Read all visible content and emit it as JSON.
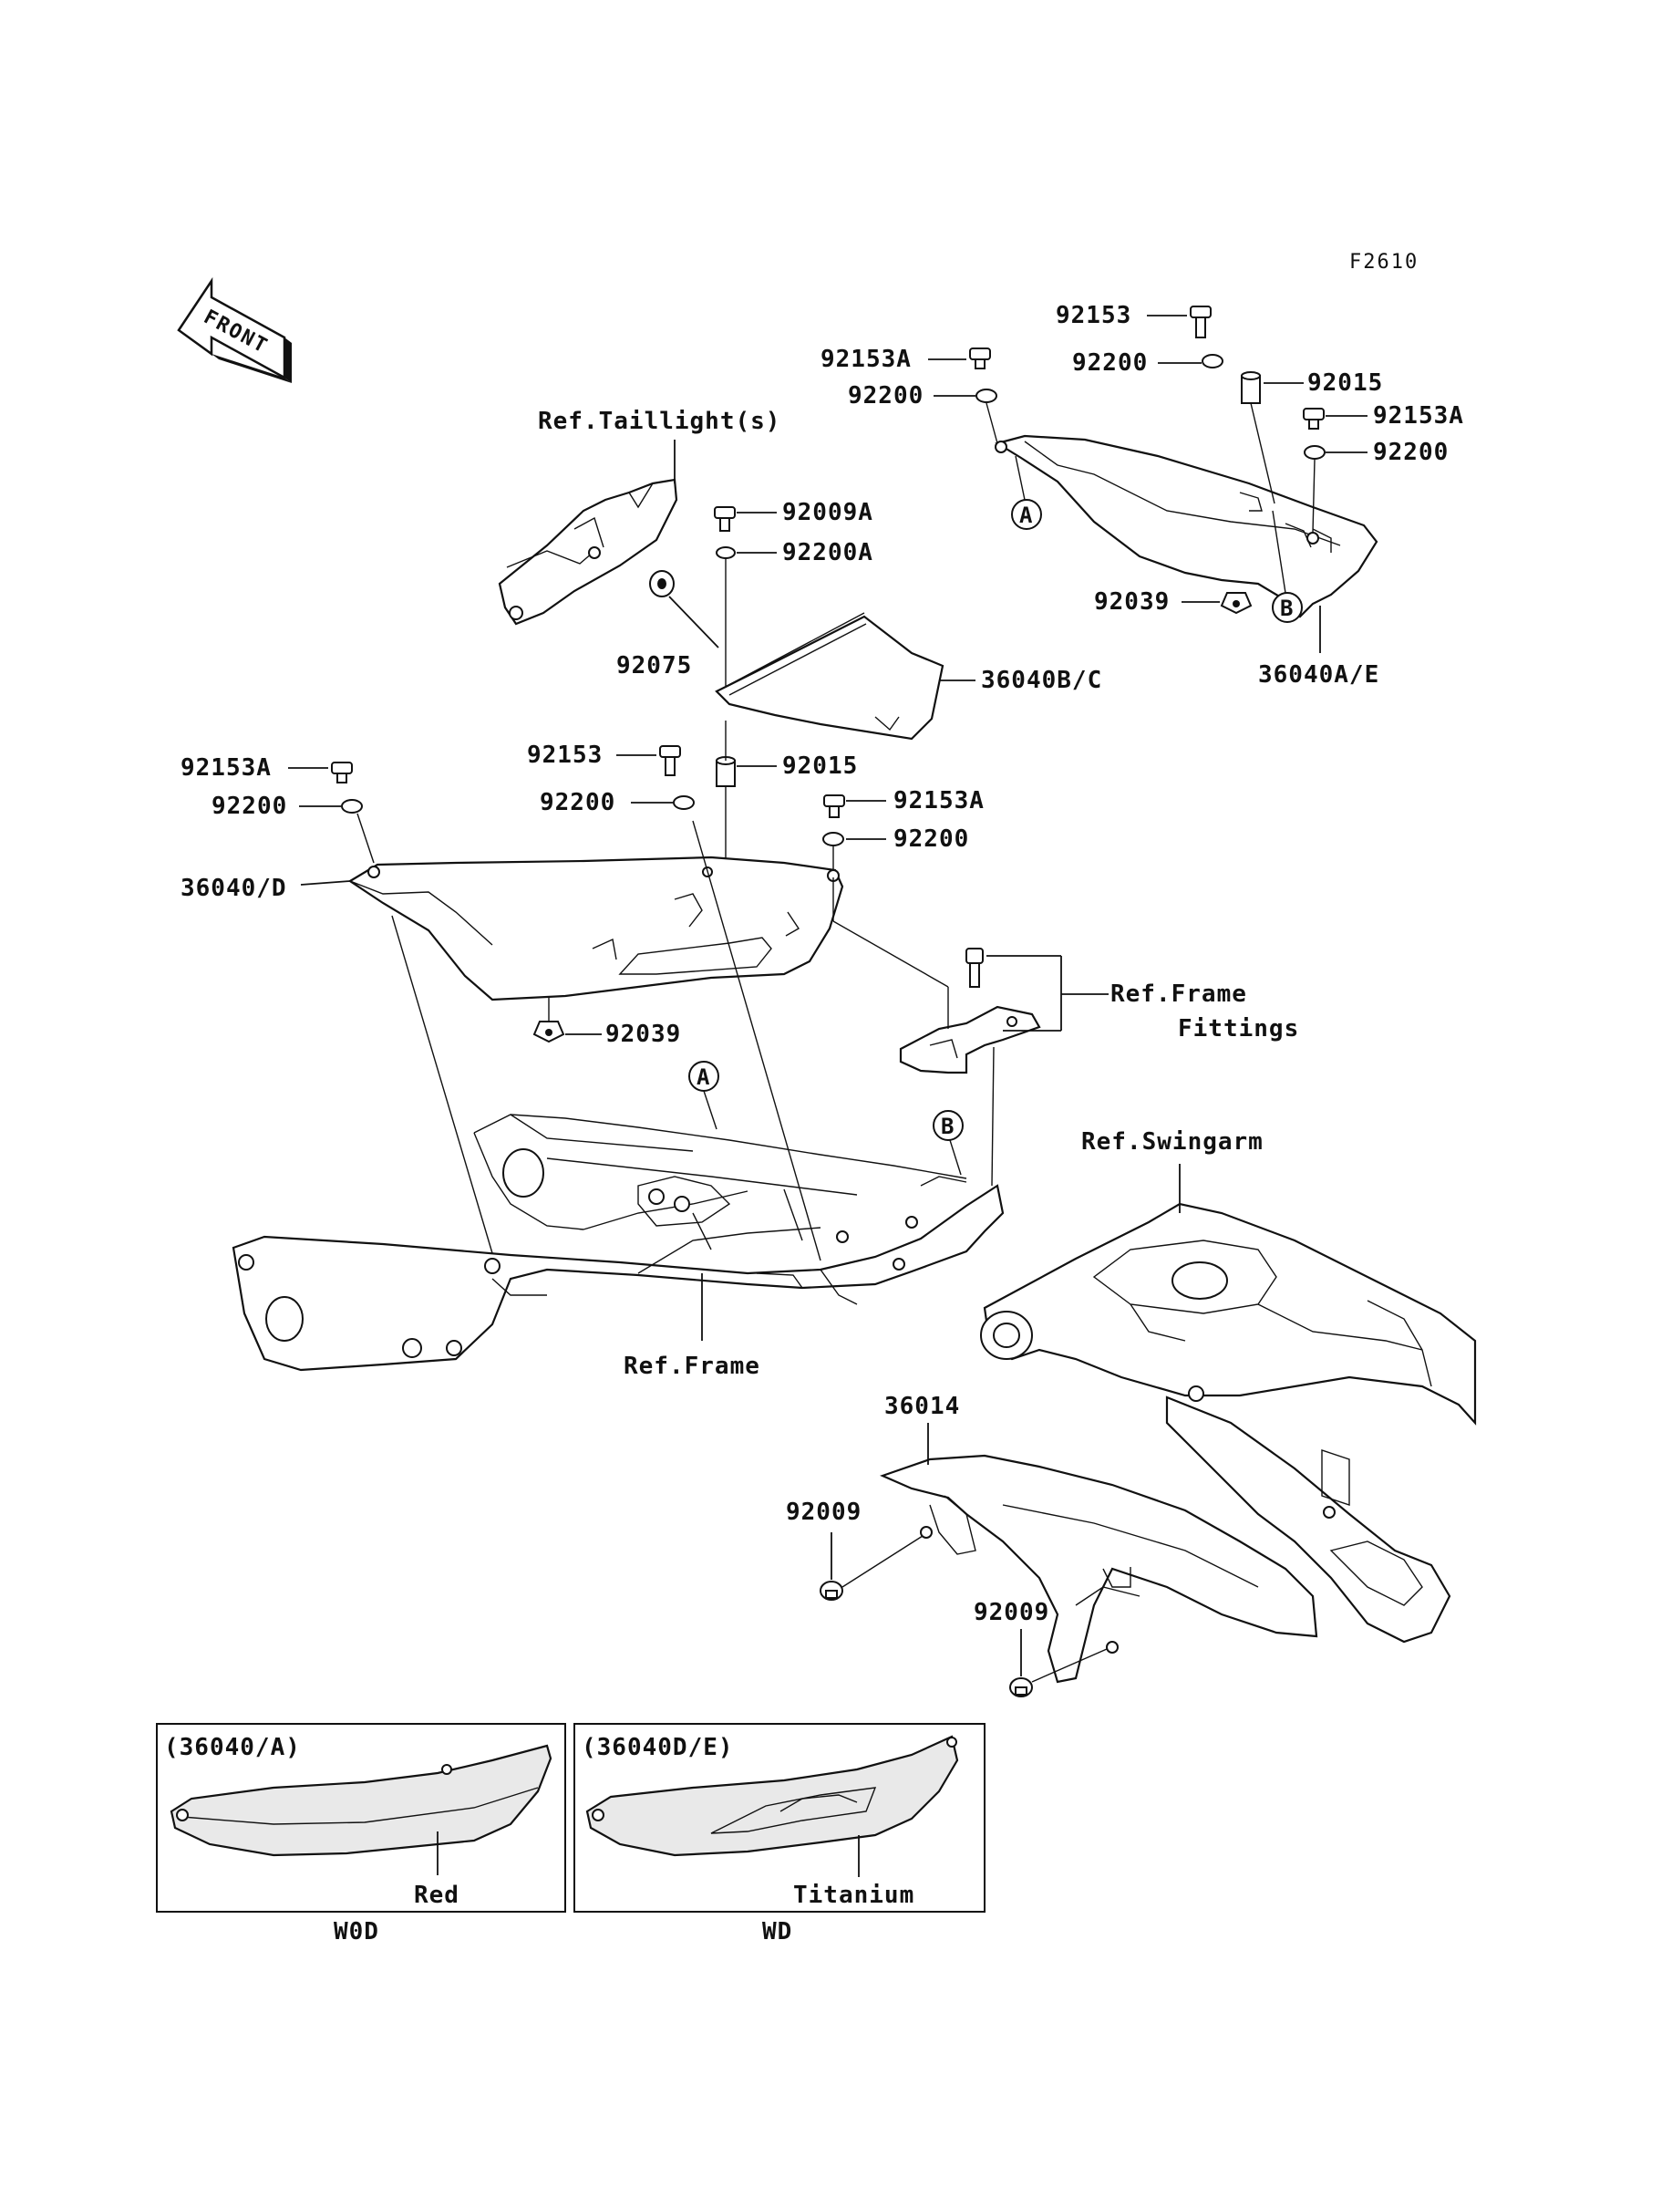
{
  "figure_code": "F2610",
  "front_label": "FRONT",
  "callouts": {
    "a": "A",
    "b": "B"
  },
  "labels": {
    "ref_taillights": "Ref.Taillight(s)",
    "ref_frame_fittings_1": "Ref.Frame",
    "ref_frame_fittings_2": "Fittings",
    "ref_swingarm": "Ref.Swingarm",
    "ref_frame": "Ref.Frame"
  },
  "parts": {
    "p92153_top": "92153",
    "p92153a_top": "92153A",
    "p92200_top_mid": "92200",
    "p92200_top_left": "92200",
    "p92015_top": "92015",
    "p92153a_right": "92153A",
    "p92200_right": "92200",
    "p92009a": "92009A",
    "p92200a": "92200A",
    "p92075": "92075",
    "p36040bc": "36040B/C",
    "p92039_right": "92039",
    "p36040ae": "36040A/E",
    "p92153a_left": "92153A",
    "p92200_left": "92200",
    "p36040d": "36040/D",
    "p92153_mid": "92153",
    "p92015_mid": "92015",
    "p92200_mid": "92200",
    "p92153a_mid": "92153A",
    "p92200_mid2": "92200",
    "p92039_left": "92039",
    "p36014": "36014",
    "p92009_left": "92009",
    "p92009_right": "92009"
  },
  "insets": [
    {
      "title": "(36040/A)",
      "color": "Red",
      "model": "W0D"
    },
    {
      "title": "(36040D/E)",
      "color": "Titanium",
      "model": "WD"
    }
  ]
}
